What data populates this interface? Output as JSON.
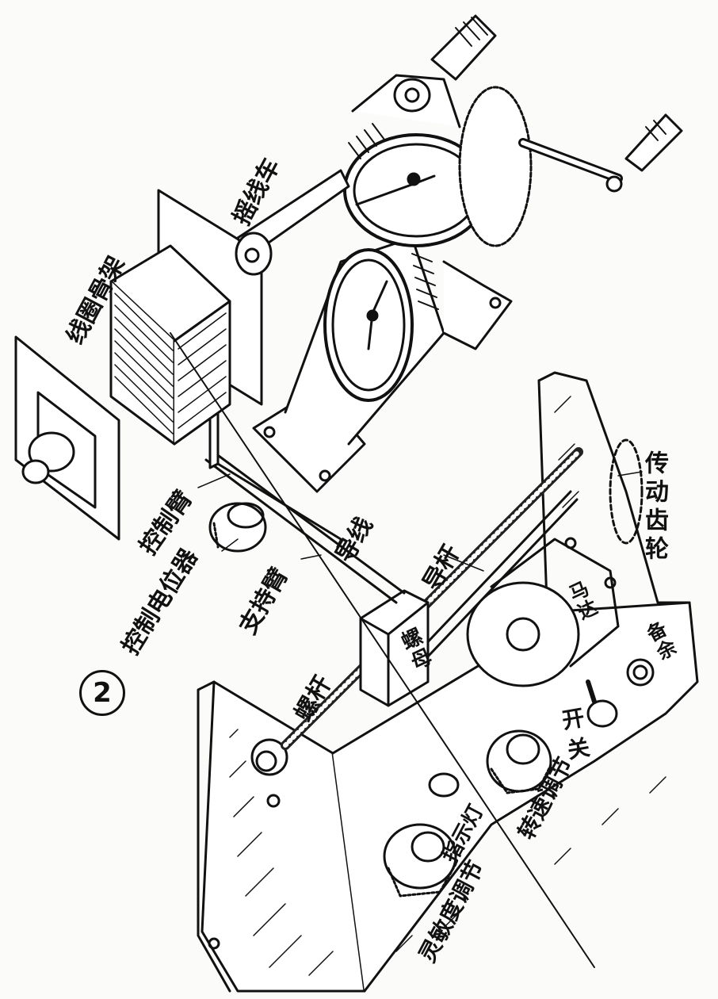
{
  "figure": {
    "number": "2"
  },
  "labels": {
    "winder": "摇线车",
    "coil_frame": "线圈骨架",
    "control_arm": "控制臂",
    "control_pot": "控制电位器",
    "guide_wire": "导线",
    "support_arm": "支持臂",
    "guide_rod": "导杆",
    "nut": "螺母",
    "screw_rod": "螺杆",
    "transmission_gear": "传动齿轮",
    "motor": "马达",
    "spare": "备余",
    "switch": "开关",
    "indicator_lamp": "指示灯",
    "sensitivity_adjust": "灵敏度调节",
    "speed_adjust": "转速调节"
  },
  "colors": {
    "ink": "#111111",
    "paper": "#fbfbfa"
  }
}
